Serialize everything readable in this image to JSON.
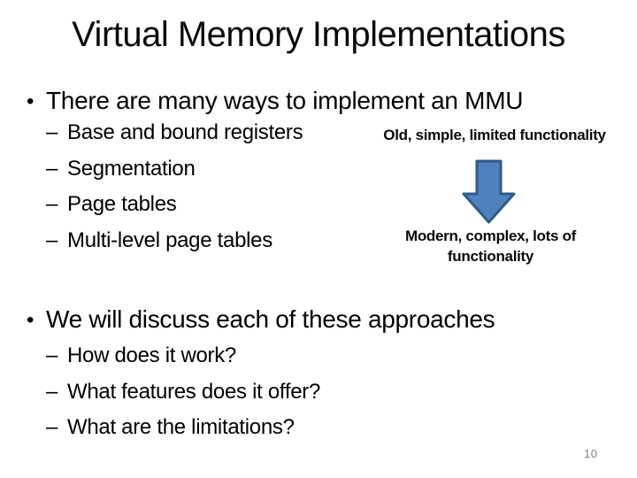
{
  "slide": {
    "title": "Virtual Memory Implementations",
    "page_number": "10"
  },
  "glyphs": {
    "bullet": "•",
    "dash": "–",
    "arrow_direction": "down"
  },
  "sections": [
    {
      "bullet": "There are many ways to implement an MMU",
      "sub_items": [
        "Base and bound registers",
        "Segmentation",
        "Page tables",
        "Multi-level page tables"
      ]
    },
    {
      "bullet": "We will discuss each of these approaches",
      "sub_items": [
        "How does it work?",
        "What features does it offer?",
        "What are the limitations?"
      ]
    }
  ],
  "annotations": {
    "old": "Old, simple, limited functionality",
    "modern_line1": "Modern, complex, lots of",
    "modern_line2": "functionality"
  },
  "colors": {
    "text": "#000000",
    "arrow_fill": "#4f81bd",
    "arrow_border": "#2f5b88",
    "page_number": "#828282"
  }
}
